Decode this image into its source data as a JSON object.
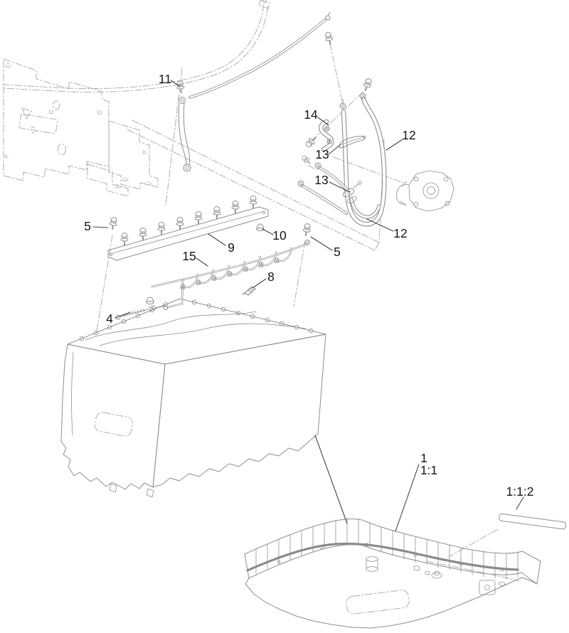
{
  "diagram": {
    "colors": {
      "background": "#ffffff",
      "stroke_main": "#8e8e8e",
      "stroke_phantom": "#aeaeae",
      "stroke_leader": "#454545",
      "stroke_pattern": "#9c9c9c",
      "label_color": "#161616"
    },
    "callouts": [
      {
        "label": "11"
      },
      {
        "label": "14"
      },
      {
        "label": "12"
      },
      {
        "label": "13"
      },
      {
        "label": "13"
      },
      {
        "label": "12"
      },
      {
        "label": "5"
      },
      {
        "label": "10"
      },
      {
        "label": "9"
      },
      {
        "label": "5"
      },
      {
        "label": "15"
      },
      {
        "label": "8"
      },
      {
        "label": "4"
      },
      {
        "label": "1"
      },
      {
        "label": "1:1"
      },
      {
        "label": "1:1:2"
      }
    ]
  }
}
